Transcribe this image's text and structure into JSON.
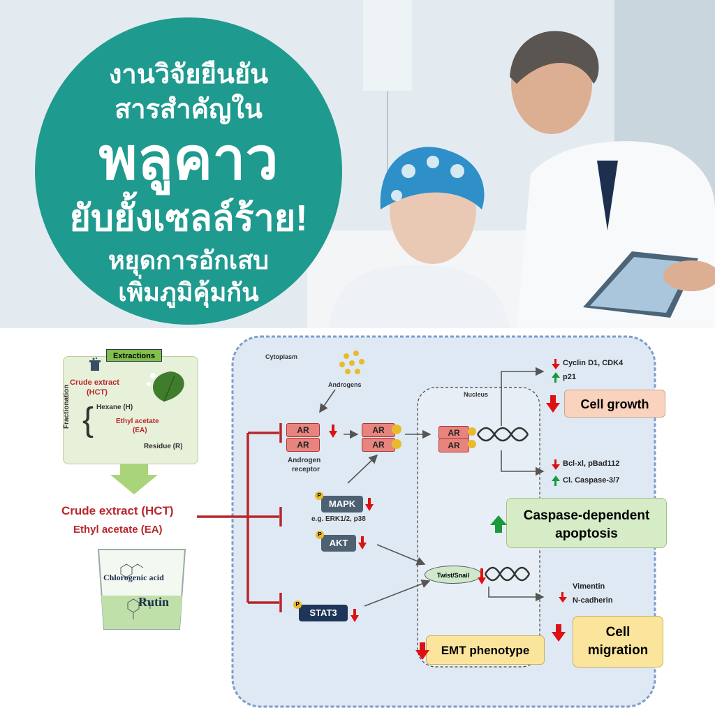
{
  "banner": {
    "line1": "งานวิจัยยืนยัน",
    "line2": "สารสำคัญใน",
    "line3": "พลูคาว",
    "line4": "ยับยั้งเซลล์ร้าย!",
    "line5": "หยุดการอักเสบ",
    "line6": "เพิ่มภูมิคุ้มกัน"
  },
  "extraction": {
    "title": "Extractions",
    "crude": "Crude extract",
    "hct": "(HCT)",
    "fractionation": "Fractionation",
    "hexane": "Hexane (H)",
    "ethyl": "Ethyl acetate",
    "ea": "(EA)",
    "residue": "Residue (R)"
  },
  "left": {
    "crude_extract": "Crude extract (HCT)",
    "ethyl_acetate": "Ethyl acetate (EA)",
    "chlorogenic": "Chlorogenic acid",
    "rutin": "Rutin"
  },
  "cell": {
    "cytoplasm": "Cytoplasm",
    "androgens": "Androgens",
    "nucleus": "Nucleus",
    "ar": "AR",
    "androgen_receptor": "Androgen",
    "receptor": "receptor",
    "mapk": "MAPK",
    "mapk_eg": "e.g. ERK1/2, p38",
    "akt": "AKT",
    "stat3": "STAT3",
    "p": "P",
    "twist_snail": "Twist/Snail",
    "cyclin": "Cyclin D1, CDK4",
    "p21": "p21",
    "bclxl": "Bcl-xl, pBad112",
    "caspase": "Cl. Caspase-3/7",
    "vimentin": "Vimentin",
    "ncadherin": "N-cadherin"
  },
  "outcomes": {
    "cell_growth": "Cell growth",
    "apoptosis1": "Caspase-dependent",
    "apoptosis2": "apoptosis",
    "emt": "EMT phenotype",
    "migration1": "Cell",
    "migration2": "migration"
  },
  "colors": {
    "teal": "#1f9a8f",
    "inhibit_red": "#b8262b",
    "up_green": "#1a9a3a",
    "down_red": "#d11111"
  }
}
